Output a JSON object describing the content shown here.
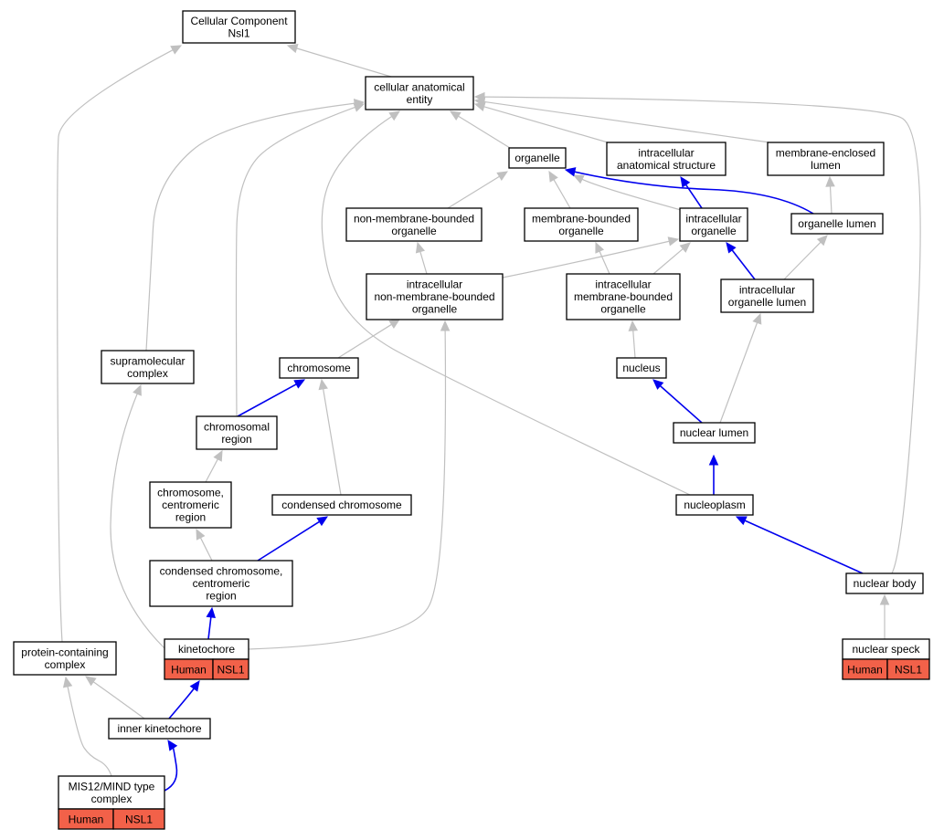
{
  "graph": {
    "nodes": {
      "cc_nsl1": [
        "Cellular Component",
        "Nsl1"
      ],
      "cae": [
        "cellular anatomical",
        "entity"
      ],
      "organelle": [
        "organelle"
      ],
      "ias": [
        "intracellular",
        "anatomical structure"
      ],
      "mel": [
        "membrane-enclosed",
        "lumen"
      ],
      "nmbo": [
        "non-membrane-bounded",
        "organelle"
      ],
      "mbo": [
        "membrane-bounded",
        "organelle"
      ],
      "io": [
        "intracellular",
        "organelle"
      ],
      "ol": [
        "organelle lumen"
      ],
      "inmbo": [
        "intracellular",
        "non-membrane-bounded",
        "organelle"
      ],
      "imbo": [
        "intracellular",
        "membrane-bounded",
        "organelle"
      ],
      "iol": [
        "intracellular",
        "organelle lumen"
      ],
      "smc": [
        "supramolecular",
        "complex"
      ],
      "chromosome": [
        "chromosome"
      ],
      "nucleus": [
        "nucleus"
      ],
      "chrreg": [
        "chromosomal",
        "region"
      ],
      "nlumen": [
        "nuclear lumen"
      ],
      "ccr": [
        "chromosome,",
        "centromeric",
        "region"
      ],
      "condchr": [
        "condensed chromosome"
      ],
      "nucleoplasm": [
        "nucleoplasm"
      ],
      "cccr": [
        "condensed chromosome,",
        "centromeric",
        "region"
      ],
      "nbody": [
        "nuclear body"
      ],
      "pcc": [
        "protein-containing",
        "complex"
      ],
      "kinetochore": [
        "kinetochore"
      ],
      "nspeck": [
        "nuclear speck"
      ],
      "ik": [
        "inner kinetochore"
      ],
      "mis12": [
        "MIS12/MIND type",
        "complex"
      ]
    },
    "annotations": {
      "kinetochore": [
        "Human",
        "NSL1"
      ],
      "nspeck": [
        "Human",
        "NSL1"
      ],
      "mis12": [
        "Human",
        "NSL1"
      ]
    },
    "colors": {
      "annotation_fill": "#f26149",
      "edge_default": "#c0c0c0",
      "edge_highlight": "#0000ee"
    }
  }
}
